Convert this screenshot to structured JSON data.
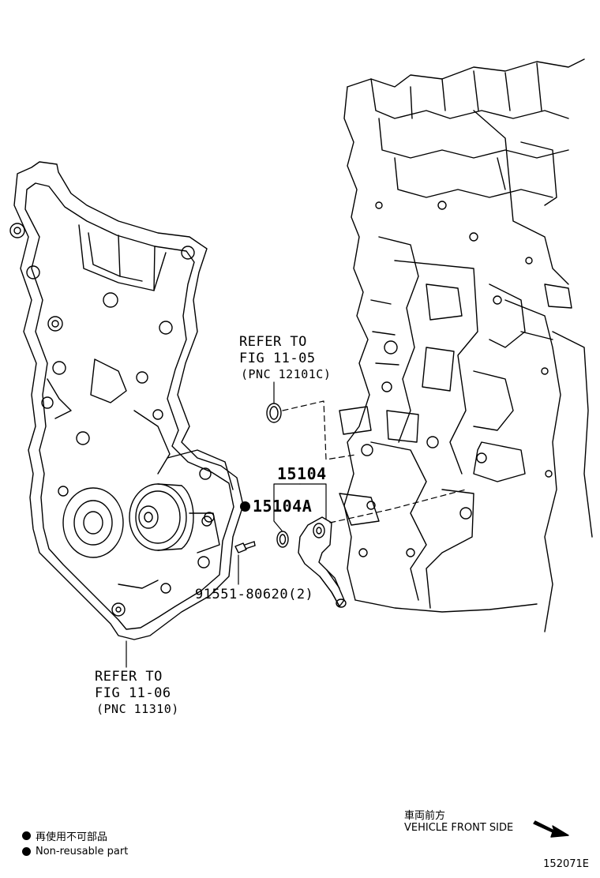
{
  "callouts": {
    "top_refer": {
      "line1": "REFER TO",
      "line2": "FIG 11-05",
      "line3": "(PNC 12101C)"
    },
    "bottom_refer": {
      "line1": "REFER TO",
      "line2": "FIG 11-06",
      "line3": "(PNC 11310)"
    }
  },
  "parts": {
    "sensor_assy": "15104",
    "oring": "15104A",
    "bolt": "91551-80620(2)"
  },
  "legend": {
    "jp": "再使用不可部品",
    "en": "Non-reusable part"
  },
  "direction": {
    "jp": "車両前方",
    "en": "VEHICLE FRONT SIDE"
  },
  "figure_code": "152071E"
}
